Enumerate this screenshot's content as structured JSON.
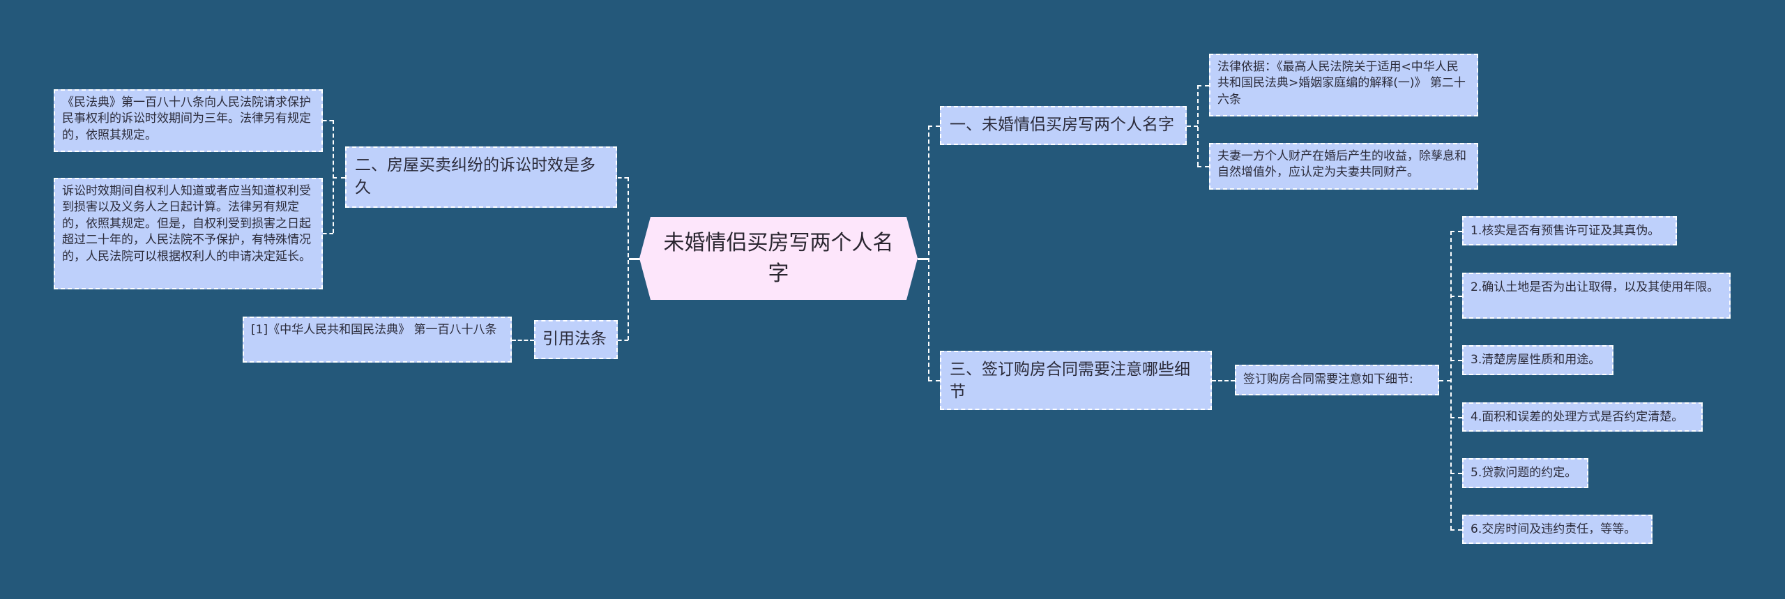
{
  "colors": {
    "background": "#24587a",
    "node_fill": "#bed0fb",
    "root_fill": "#fde6fb",
    "connector": "#ffffff",
    "text": "#2b2b3a"
  },
  "root": {
    "label": "未婚情侣买房写两个人名字"
  },
  "left": {
    "branch_statute": {
      "label": "二、房屋买卖纠纷的诉讼时效是多久",
      "children": [
        "《民法典》第一百八十八条向人民法院请求保护民事权利的诉讼时效期间为三年。法律另有规定的，依照其规定。",
        "诉讼时效期间自权利人知道或者应当知道权利受到损害以及义务人之日起计算。法律另有规定的，依照其规定。但是，自权利受到损害之日起超过二十年的，人民法院不予保护，有特殊情况的，人民法院可以根据权利人的申请决定延长。"
      ]
    },
    "branch_citation": {
      "label": "引用法条",
      "children": [
        "[1]《中华人民共和国民法典》 第一百八十八条"
      ]
    }
  },
  "right": {
    "branch_names": {
      "label": "一、未婚情侣买房写两个人名字",
      "children": [
        "法律依据：《最高人民法院关于适用<中华人民共和国民法典>婚姻家庭编的解释(一)》 第二十六条",
        "夫妻一方个人财产在婚后产生的收益，除孳息和自然增值外，应认定为夫妻共同财产。"
      ]
    },
    "branch_contract": {
      "label": "三、签订购房合同需要注意哪些细节",
      "intermediate": "签订购房合同需要注意如下细节:",
      "items": [
        "1.核实是否有预售许可证及其真伪。",
        "2.确认土地是否为出让取得，以及其使用年限。",
        "3.清楚房屋性质和用途。",
        "4.面积和误差的处理方式是否约定清楚。",
        "5.贷款问题的约定。",
        "6.交房时间及违约责任，等等。"
      ]
    }
  }
}
